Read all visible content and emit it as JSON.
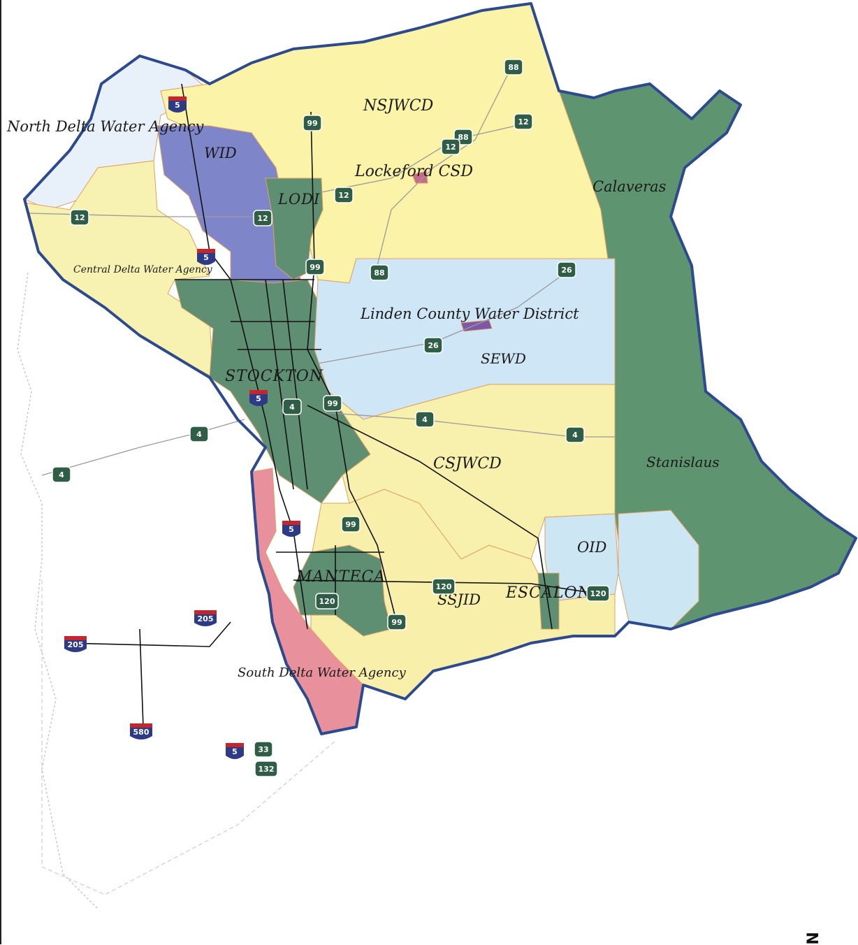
{
  "colors": {
    "county_border": "#2e4a8f",
    "nsjwcd": "#fbf4a8",
    "delta": "#e8f1fa",
    "central_delta": "#f7f1b2",
    "wid": "#7e86c9",
    "city": "#5f8f72",
    "sewd": "#cfe6f6",
    "csjwcd": "#f8f1ad",
    "calaveras": "#5e9470",
    "stanislaus": "#5e9470",
    "oid": "#cde6f4",
    "ssjid": "#f8f0aa",
    "south_delta": "#e8909b",
    "lockeford": "#c86b8a",
    "linden": "#7f57a8",
    "road": "#9a9a9a",
    "major_road": "#111111"
  },
  "labels": {
    "nsjwcd": "NSJWCD",
    "north_delta": "North Delta Water Agency",
    "wid": "WID",
    "lockeford": "Lockeford CSD",
    "calaveras": "Calaveras",
    "lodi": "LODI",
    "central_delta": "Central Delta Water Agency",
    "linden": "Linden County Water District",
    "sewd": "SEWD",
    "stockton": "STOCKTON",
    "csjwcd": "CSJWCD",
    "stanislaus": "Stanislaus",
    "oid": "OID",
    "manteca": "MANTECA",
    "escalon": "ESCALON",
    "ssjid": "SSJID",
    "south_delta": "South Delta Water Agency",
    "north_arrow": "N"
  },
  "shields": {
    "i5_a": "5",
    "i5_b": "5",
    "i5_c": "5",
    "i5_d": "5",
    "i5_e": "5",
    "r99_a": "99",
    "r99_b": "99",
    "r99_c": "99",
    "r99_d": "99",
    "r99_e": "99",
    "r88_a": "88",
    "r88_b": "88",
    "r88_c": "88",
    "r12_a": "12",
    "r12_b": "12",
    "r12_c": "12",
    "r12_d": "12",
    "r12_e": "12",
    "r26_a": "26",
    "r26_b": "26",
    "r4_a": "4",
    "r4_b": "4",
    "r4_c": "4",
    "r4_d": "4",
    "r4_e": "4",
    "r120_a": "120",
    "r120_b": "120",
    "r120_c": "120",
    "i205_a": "205",
    "i205_b": "205",
    "i580": "580",
    "r33": "33",
    "r132": "132"
  }
}
